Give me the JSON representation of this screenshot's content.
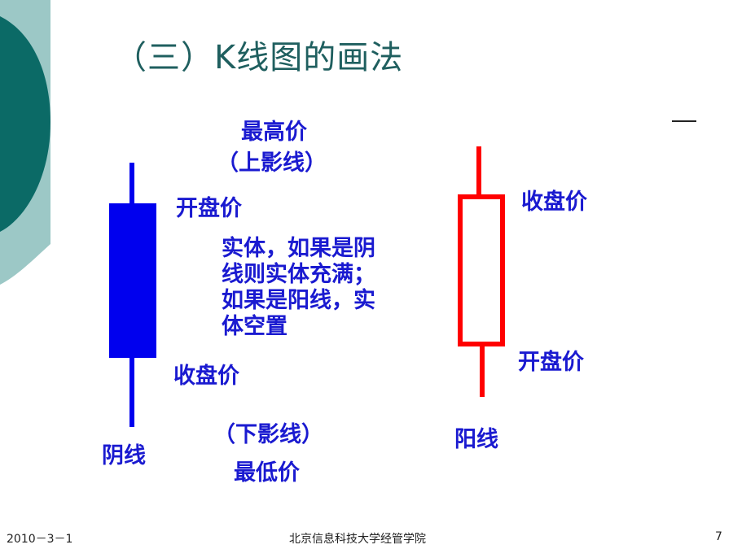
{
  "slide": {
    "title": "（三）K线图的画法",
    "colors": {
      "title": "#1f5f5f",
      "label": "#1a1ad0",
      "bearish_candle": "#0000ee",
      "bullish_candle": "#ff0000",
      "deco_dark": "#0b6a66",
      "deco_light": "#9cc8c6"
    },
    "labels": {
      "high": "最高价",
      "upper_shadow": "（上影线）",
      "left_open": "开盘价",
      "left_close": "收盘价",
      "lower_shadow": "（下影线）",
      "low": "最低价",
      "bearish": "阴线",
      "right_close": "收盘价",
      "right_open": "开盘价",
      "bullish": "阳线"
    },
    "description_lines": [
      "实体，如果是阴",
      "线则实体充满；",
      "如果是阳线，实",
      "体空置"
    ],
    "dash": "—"
  },
  "footer": {
    "date": "2010－3－1",
    "institution": "北京信息科技大学经管学院",
    "page_number": "7"
  }
}
